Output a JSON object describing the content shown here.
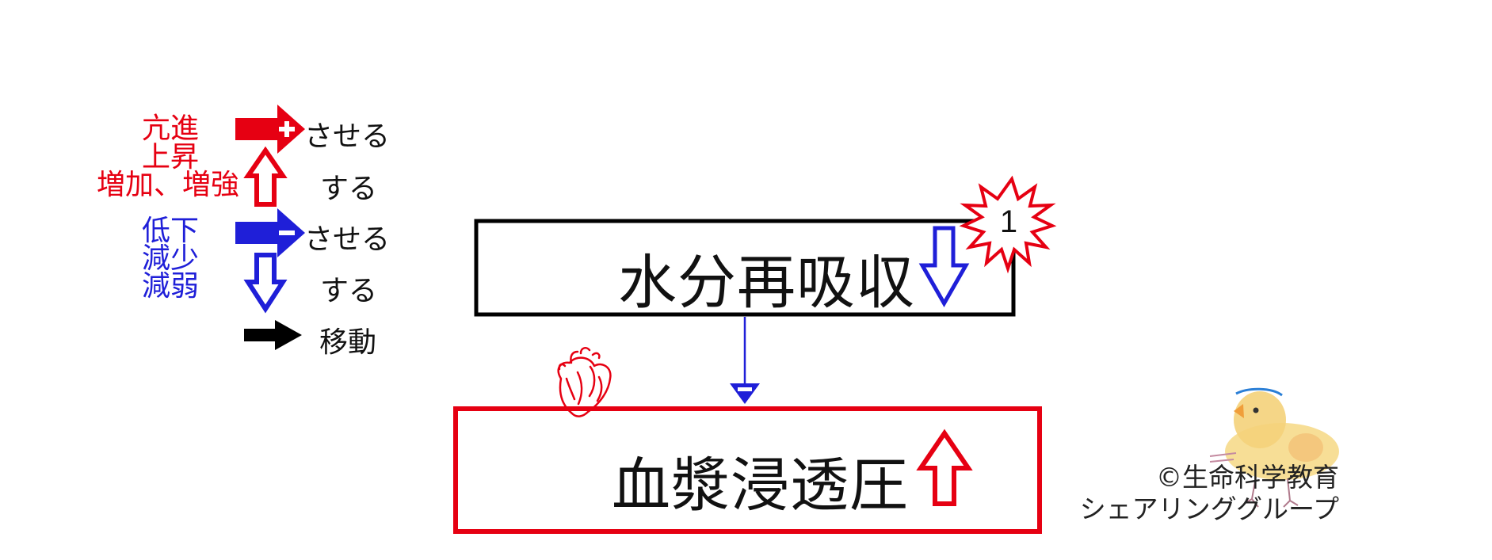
{
  "legend": {
    "increase_words": [
      "亢進",
      "上昇",
      "増加、増強"
    ],
    "decrease_words": [
      "低下",
      "減少",
      "減弱"
    ],
    "promote_suffix_red": "させる",
    "rise_suffix": "する",
    "inhibit_suffix_blue": "させる",
    "fall_suffix": "する",
    "move_label": "移動",
    "colors": {
      "red": "#e60012",
      "blue": "#1f1fd8",
      "black": "#000000"
    }
  },
  "nodes": {
    "water_reabsorption": {
      "label": "水分再吸収",
      "direction": "down",
      "badge": "1",
      "border_color": "#000000"
    },
    "plasma_osmotic_pressure": {
      "label": "血漿浸透圧",
      "direction": "up",
      "border_color": "#e60012",
      "icon": "heart-icon"
    }
  },
  "edges": [
    {
      "from": "water_reabsorption",
      "to": "plasma_osmotic_pressure",
      "effect": "inhibit",
      "sign": "−"
    }
  ],
  "copyright": {
    "line1": "©生命科学教育",
    "line2": "シェアリンググループ",
    "icon": "chick-icon"
  }
}
